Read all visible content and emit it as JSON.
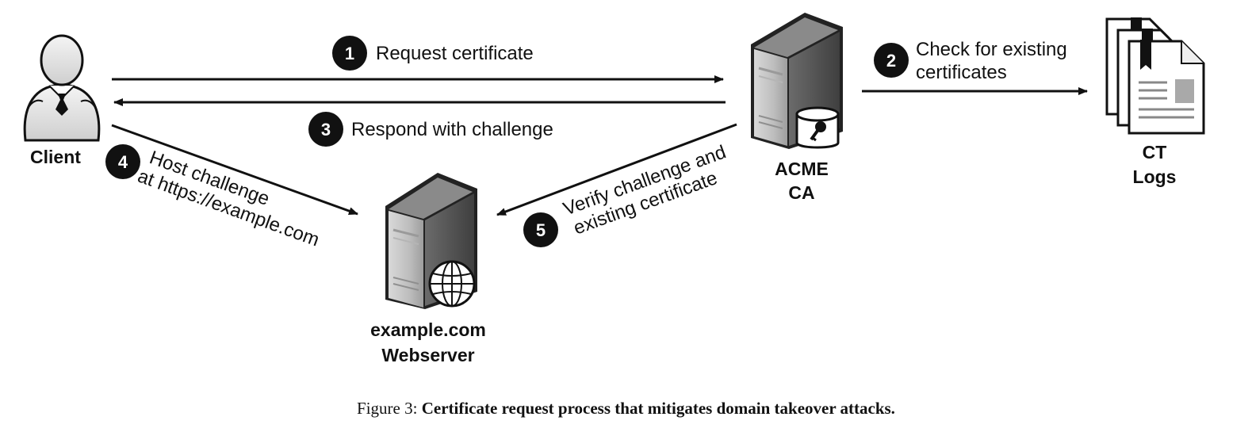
{
  "nodes": {
    "client": "Client",
    "acme_line1": "ACME",
    "acme_line2": "CA",
    "ct_line1": "CT",
    "ct_line2": "Logs",
    "web_line1": "example.com",
    "web_line2": "Webserver"
  },
  "steps": [
    {
      "num": "1",
      "lines": [
        "Request certificate"
      ]
    },
    {
      "num": "2",
      "lines": [
        "Check for existing",
        "certificates"
      ]
    },
    {
      "num": "3",
      "lines": [
        "Respond with challenge"
      ]
    },
    {
      "num": "4",
      "lines": [
        "Host challenge",
        "at https://example.com"
      ]
    },
    {
      "num": "5",
      "lines": [
        "Verify challenge and",
        "existing certificate"
      ]
    }
  ],
  "caption": {
    "prefix": "Figure 3:",
    "text": "Certificate request process that mitigates domain takeover attacks."
  },
  "icons": [
    "user-icon",
    "server-key-icon",
    "server-globe-icon",
    "document-stack-icon"
  ]
}
